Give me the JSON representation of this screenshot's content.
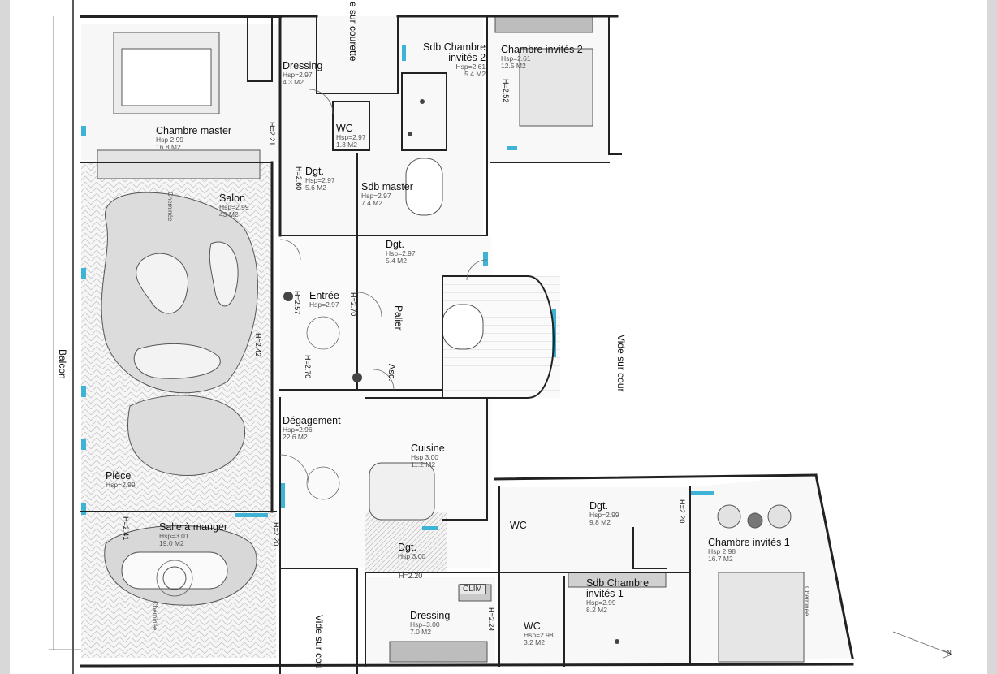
{
  "rooms": {
    "chambre_master": {
      "name": "Chambre master",
      "hsp": "Hsp 2.99",
      "area": "16.8 M2"
    },
    "dressing_1": {
      "name": "Dressing",
      "hsp": "Hsp=2.97",
      "area": "4.3 M2"
    },
    "wc_1": {
      "name": "WC",
      "hsp": "Hsp=2.97",
      "area": "1.3 M2"
    },
    "dgt_1": {
      "name": "Dgt.",
      "hsp": "Hsp=2.97",
      "area": "5.6 M2"
    },
    "sdb_master": {
      "name": "Sdb master",
      "hsp": "Hsp=2.97",
      "area": "7.4 M2"
    },
    "sdb_chambre_invites_2": {
      "name": "Sdb Chambre",
      "name2": "invités 2",
      "hsp": "Hsp=2.61",
      "area": "5.4 M2"
    },
    "chambre_invites_2": {
      "name": "Chambre invités 2",
      "hsp": "Hsp=2.61",
      "area": "12.5 M2"
    },
    "salon": {
      "name": "Salon",
      "hsp": "Hsp=2.99",
      "area": "43 M2"
    },
    "dgt_2": {
      "name": "Dgt.",
      "hsp": "Hsp=2.97",
      "area": "5.4 M2"
    },
    "entree": {
      "name": "Entrée",
      "hsp": "Hsp=2.97"
    },
    "palier": {
      "name": "Palier"
    },
    "asc": {
      "name": "Asc."
    },
    "degagement": {
      "name": "Dégagement",
      "hsp": "Hsp=2.96",
      "area": "22.6 M2"
    },
    "cuisine": {
      "name": "Cuisine",
      "hsp": "Hsp 3.00",
      "area": "11.2 M2"
    },
    "piece": {
      "name": "Pièce",
      "hsp": "Hsp=2.99"
    },
    "salle_a_manger": {
      "name": "Salle à manger",
      "hsp": "Hsp=3.01",
      "area": "19.0 M2"
    },
    "wc_2": {
      "name": "WC"
    },
    "dgt_3": {
      "name": "Dgt.",
      "hsp": "Hsp=2.99",
      "area": "9.8 M2"
    },
    "chambre_invites_1": {
      "name": "Chambre invités 1",
      "hsp": "Hsp 2.98",
      "area": "16.7 M2"
    },
    "dgt_4": {
      "name": "Dgt.",
      "hsp": "Hsp 3.00"
    },
    "sdb_chambre_invites_1": {
      "name": "Sdb Chambre",
      "name2": "invités 1",
      "hsp": "Hsp=2.99",
      "area": "8.2 M2"
    },
    "dressing_2": {
      "name": "Dressing",
      "hsp": "Hsp=3.00",
      "area": "7.0 M2"
    },
    "wc_3": {
      "name": "WC",
      "hsp": "Hsp=2.98",
      "area": "3.2 M2"
    }
  },
  "labels": {
    "vide_sur_courette": "e sur courette",
    "vide_sur_cour_right": "Vide sur cour",
    "vide_sur_cour_bottom": "Vide sur cou",
    "balcon": "Balcon",
    "cheminee_1": "Cheminée",
    "cheminee_2": "Cheminée",
    "cheminee_3": "Cheminée",
    "clim": "CLIM"
  },
  "heights": {
    "h1": "H=2.21",
    "h2": "H=2.60",
    "h3": "H=2.52",
    "h4": "H=2.57",
    "h5": "H=2.70",
    "h6": "H=2.70",
    "h7": "H=2.42",
    "h8": "H=2.41",
    "h9": "H=2.20",
    "h10": "H=2.20",
    "h11": "H=2.20",
    "h12": "H=2.24"
  },
  "colors": {
    "wall": "#222222",
    "accent": "#3fb3d6",
    "floor": "#f7f7f7",
    "page": "#d8d8d8"
  }
}
